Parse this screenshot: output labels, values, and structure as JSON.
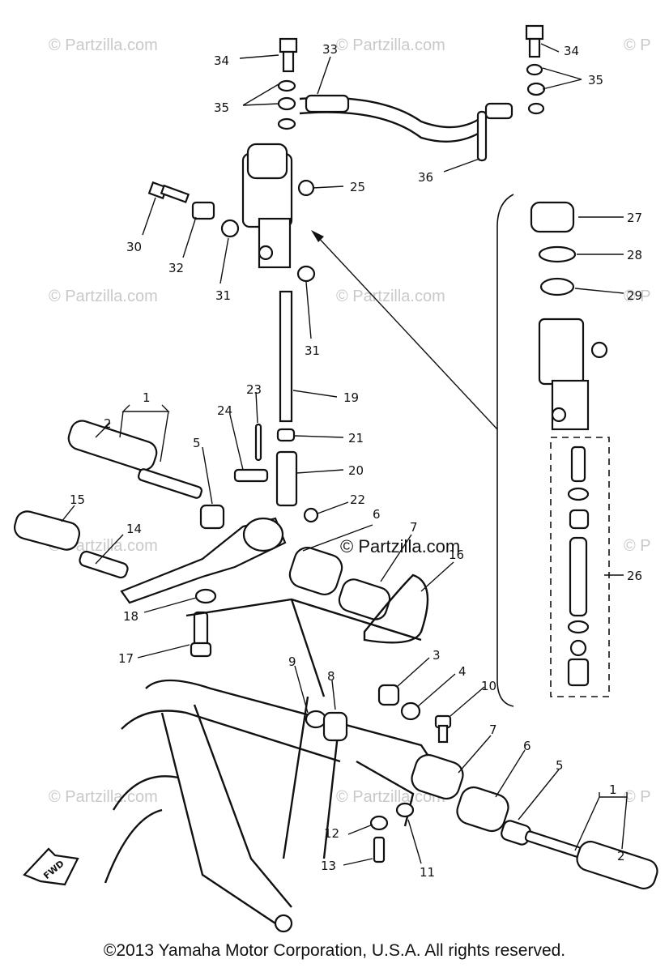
{
  "watermark": "© Partzilla.com",
  "watermark_partial": "© P",
  "copyright": "©2013  Yamaha Motor Corporation, U.S.A. All rights reserved.",
  "fwd_label": "FWD",
  "callouts": {
    "c1a": "1",
    "c1b": "1",
    "c2a": "2",
    "c2b": "2",
    "c3": "3",
    "c4": "4",
    "c5a": "5",
    "c5b": "5",
    "c6a": "6",
    "c6b": "6",
    "c7a": "7",
    "c7b": "7",
    "c8": "8",
    "c9": "9",
    "c10": "10",
    "c11": "11",
    "c12": "12",
    "c13": "13",
    "c14": "14",
    "c15": "15",
    "c16": "16",
    "c17": "17",
    "c18": "18",
    "c19": "19",
    "c20": "20",
    "c21": "21",
    "c22": "22",
    "c23": "23",
    "c24": "24",
    "c25": "25",
    "c26": "26",
    "c27": "27",
    "c28": "28",
    "c29": "29",
    "c30": "30",
    "c31a": "31",
    "c31b": "31",
    "c32": "32",
    "c33": "33",
    "c34a": "34",
    "c34b": "34",
    "c35a": "35",
    "c35b": "35",
    "c36": "36"
  }
}
